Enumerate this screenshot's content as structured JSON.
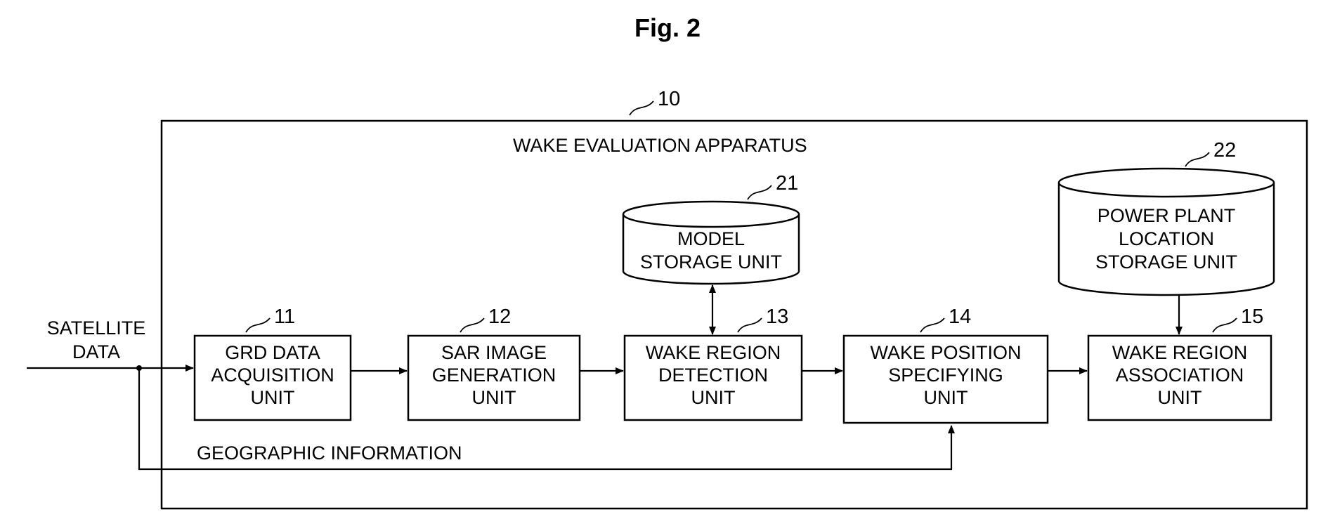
{
  "figure": {
    "title": "Fig. 2"
  },
  "apparatus": {
    "label": "WAKE EVALUATION APPARATUS",
    "ref": "10"
  },
  "inputs": {
    "satellite_line1": "SATELLITE",
    "satellite_line2": "DATA",
    "geographic": "GEOGRAPHIC INFORMATION"
  },
  "units": [
    {
      "ref": "11",
      "lines": [
        "GRD DATA",
        "ACQUISITION",
        "UNIT"
      ]
    },
    {
      "ref": "12",
      "lines": [
        "SAR IMAGE",
        "GENERATION",
        "UNIT"
      ]
    },
    {
      "ref": "13",
      "lines": [
        "WAKE REGION",
        "DETECTION",
        "UNIT"
      ]
    },
    {
      "ref": "14",
      "lines": [
        "WAKE POSITION",
        "SPECIFYING",
        "UNIT"
      ]
    },
    {
      "ref": "15",
      "lines": [
        "WAKE REGION",
        "ASSOCIATION",
        "UNIT"
      ]
    }
  ],
  "storages": [
    {
      "ref": "21",
      "lines": [
        "MODEL",
        "STORAGE UNIT"
      ]
    },
    {
      "ref": "22",
      "lines": [
        "POWER PLANT",
        "LOCATION",
        "STORAGE UNIT"
      ]
    }
  ]
}
